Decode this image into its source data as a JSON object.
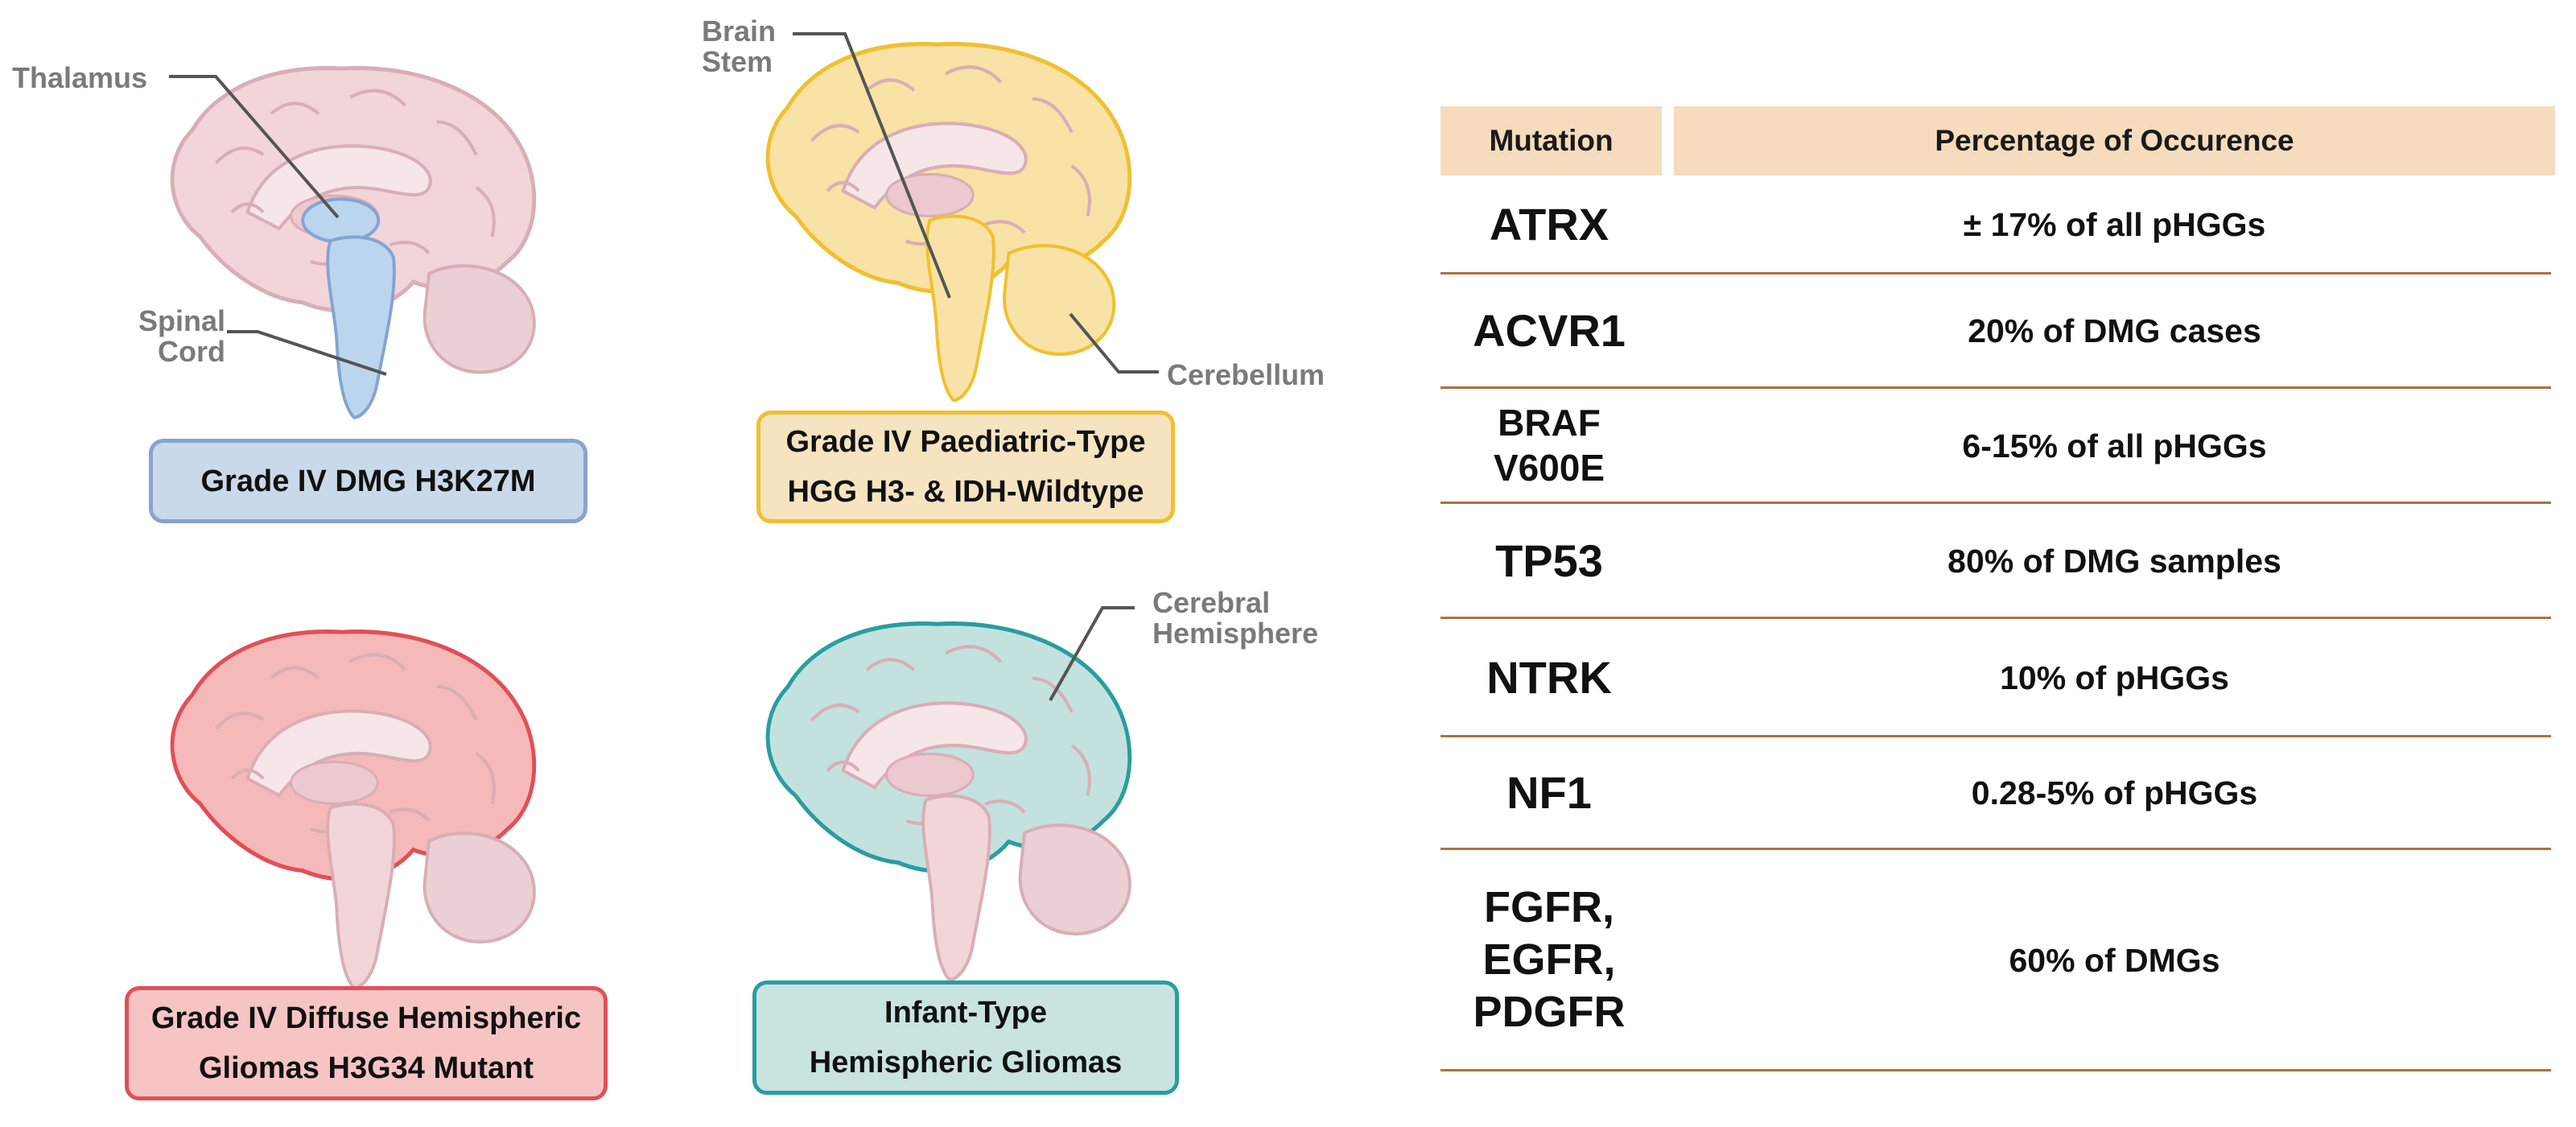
{
  "diagram": {
    "brains": [
      {
        "label": "Grade IV DMG H3K27M",
        "border": "#86a4cf",
        "fill": "#c9d9ea"
      },
      {
        "label": "Grade IV Paediatric-Type\nHGG H3- & IDH-Wildtype",
        "border": "#f0c030",
        "fill": "#f6e3c0"
      },
      {
        "label": "Grade IV Diffuse Hemispheric\nGliomas H3G34 Mutant",
        "border": "#e05055",
        "fill": "#f7c4c4"
      },
      {
        "label": "Infant-Type\nHemispheric Gliomas",
        "border": "#2a9da0",
        "fill": "#c9e3e1"
      }
    ],
    "region_labels": {
      "thalamus": "Thalamus",
      "spinal_cord": "Spinal\nCord",
      "brain_stem": "Brain\nStem",
      "cerebellum": "Cerebellum",
      "cerebral_hemisphere": "Cerebral\nHemisphere"
    },
    "colors": {
      "brain_base": "#f1d5d9",
      "brain_outline": "#d9aeb6",
      "highlight_blue": "#bcd5ee",
      "highlight_yellow": "#f8e2a6",
      "highlight_red": "#f6b9b9",
      "highlight_teal": "#c3e2df"
    }
  },
  "table": {
    "header": {
      "mutation": "Mutation",
      "percentage": "Percentage of Occurence"
    },
    "header_color": "#f6dcbc",
    "rule_color": "#b07040",
    "rows": [
      {
        "mutation": "ATRX",
        "percentage": "± 17% of all pHGGs"
      },
      {
        "mutation": "ACVR1",
        "percentage": "20% of DMG cases"
      },
      {
        "mutation": "BRAF\nV600E",
        "percentage": "6-15% of all pHGGs"
      },
      {
        "mutation": "TP53",
        "percentage": "80% of DMG samples"
      },
      {
        "mutation": "NTRK",
        "percentage": "10% of pHGGs"
      },
      {
        "mutation": "NF1",
        "percentage": "0.28-5% of pHGGs"
      },
      {
        "mutation": "FGFR,\nEGFR,\nPDGFR",
        "percentage": "60% of DMGs"
      }
    ]
  }
}
